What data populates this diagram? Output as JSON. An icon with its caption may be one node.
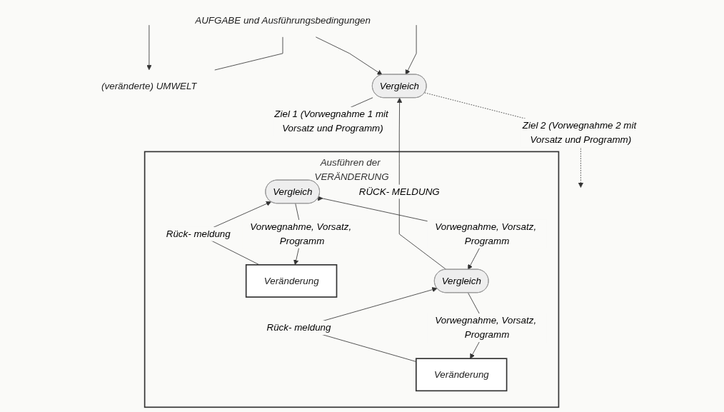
{
  "diagram": {
    "nodes": [
      {
        "text": [
          "AUFGABE und Ausführungsbedingungen"
        ]
      },
      {
        "text": [
          "(veränderte) UMWELT"
        ]
      },
      {
        "text": [
          "Vergleich"
        ]
      },
      {
        "text": [
          "Ausführen der VERÄNDERUNG"
        ]
      },
      {
        "text": [
          "Vergleich"
        ],
        "in": 3
      },
      {
        "text": [
          "Veränderung"
        ],
        "in": 3
      },
      {
        "text": [
          "Vergleich"
        ],
        "in": 3
      },
      {
        "text": [
          "Veränderung"
        ],
        "in": 3
      }
    ],
    "edges": [
      {
        "from": null,
        "to": 2,
        "arrow": "to"
      },
      {
        "from": 0,
        "to": 2,
        "arrow": "to"
      },
      {
        "from": 0,
        "to": 1,
        "arrow": "none"
      },
      {
        "from": null,
        "to": 1,
        "arrow": "to"
      },
      {
        "from": 2,
        "to": null,
        "arrow": "to",
        "label": "Ziel 2 (Vorwegnahme 2 mit Vorsatz und Programm)",
        "style": "dashed"
      },
      {
        "from": 2,
        "to": 3,
        "arrow": "to",
        "label": "Ziel 1 (Vorwegnahme 1 mit Vorsatz und Programm)"
      },
      {
        "from": 3,
        "to": 4,
        "arrow": "to"
      },
      {
        "from": 5,
        "to": 4,
        "arrow": "to",
        "label": "Rück- meldung"
      },
      {
        "from": 4,
        "to": 5,
        "arrow": "to",
        "label": "Vorwegnahme, Vorsatz, Programm"
      },
      {
        "from": 4,
        "to": 6,
        "arrow": "to",
        "label": "Vorwegnahme, Vorsatz, Programm"
      },
      {
        "from": 7,
        "to": 6,
        "arrow": "to",
        "label": "Rück- meldung"
      },
      {
        "from": 6,
        "to": 7,
        "arrow": "to",
        "label": "Vorwegnahme, Vorsatz, Programm"
      },
      {
        "from": 6,
        "to": 2,
        "arrow": "to",
        "label": "RÜCK- MELDUNG"
      }
    ]
  }
}
